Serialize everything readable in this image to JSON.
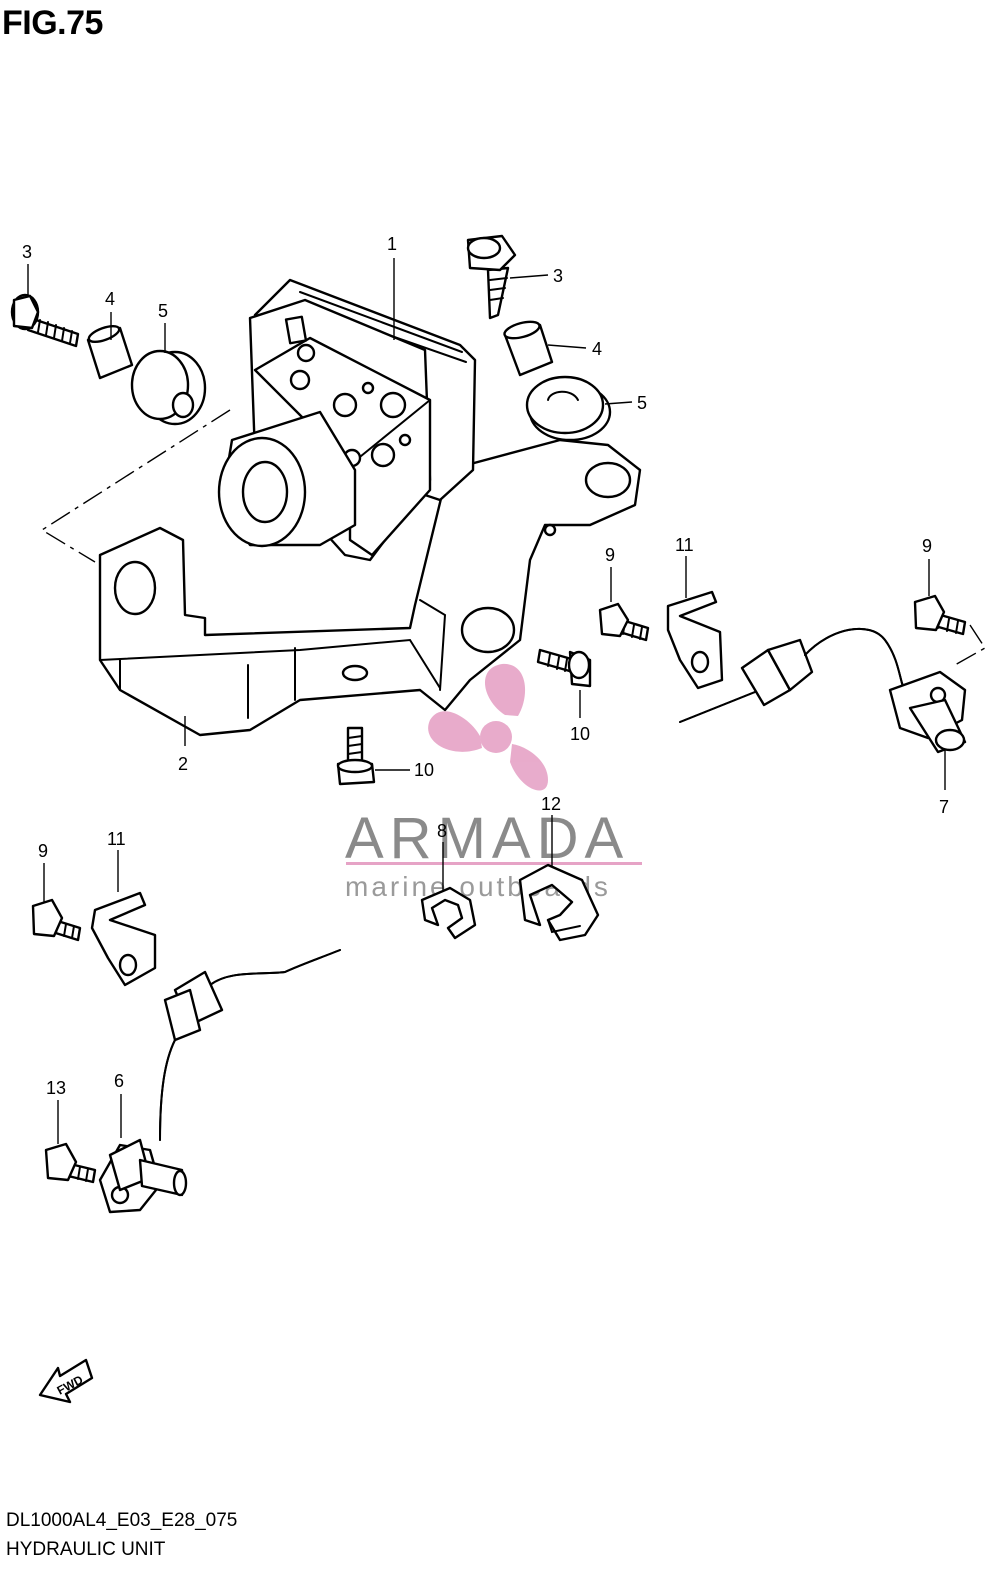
{
  "figure": {
    "title": "FIG.75",
    "code": "DL1000AL4_E03_E28_075",
    "name": "HYDRAULIC UNIT",
    "direction_marker": "FWD"
  },
  "watermark": {
    "brand": "ARMADA",
    "tagline": "marine outboards",
    "color": "#e6a3c6"
  },
  "callouts": [
    {
      "id": "c1",
      "label": "1"
    },
    {
      "id": "c2",
      "label": "2"
    },
    {
      "id": "c3a",
      "label": "3"
    },
    {
      "id": "c3b",
      "label": "3"
    },
    {
      "id": "c4a",
      "label": "4"
    },
    {
      "id": "c4b",
      "label": "4"
    },
    {
      "id": "c5a",
      "label": "5"
    },
    {
      "id": "c5b",
      "label": "5"
    },
    {
      "id": "c6",
      "label": "6"
    },
    {
      "id": "c7",
      "label": "7"
    },
    {
      "id": "c8",
      "label": "8"
    },
    {
      "id": "c9a",
      "label": "9"
    },
    {
      "id": "c9b",
      "label": "9"
    },
    {
      "id": "c10a",
      "label": "10"
    },
    {
      "id": "c10b",
      "label": "10"
    },
    {
      "id": "c11a",
      "label": "11"
    },
    {
      "id": "c11b",
      "label": "11"
    },
    {
      "id": "c12",
      "label": "12"
    },
    {
      "id": "c13",
      "label": "13"
    }
  ]
}
